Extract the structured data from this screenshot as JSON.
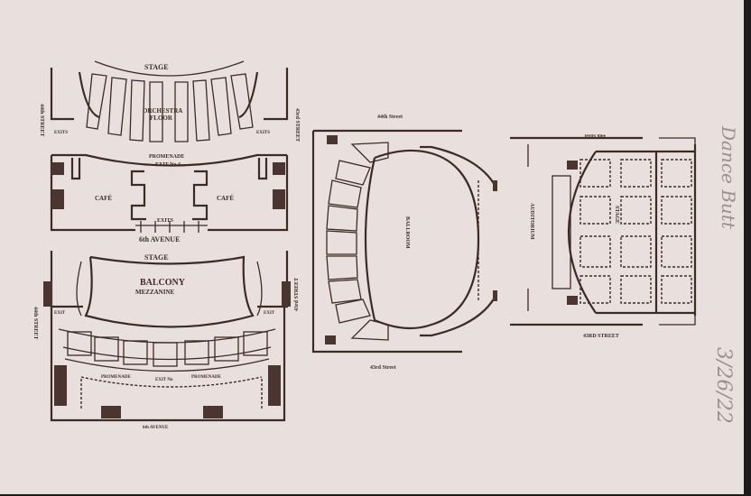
{
  "plan_orchestra": {
    "stage": "STAGE",
    "orchestra": "ORCHESTRA",
    "floor": "FLOOR",
    "promenade": "PROMENADE",
    "exit_4": "EXIT No 4",
    "cafe_left": "CAFÉ",
    "cafe_right": "CAFÉ",
    "exits": "EXITS",
    "street_left": "44th STREET",
    "street_right": "43rd STREET",
    "avenue": "6th AVENUE",
    "exits_left": "EXITS",
    "exits_right": "EXITS"
  },
  "plan_balcony": {
    "stage": "STAGE",
    "balcony": "BALCONY",
    "mezzanine": "MEZZANINE",
    "exit_left": "EXIT",
    "exit_right": "EXIT",
    "promenade_left": "PROMENADE",
    "promenade_right": "PROMENADE",
    "exit_center": "EXIT No",
    "street_left": "44th STREET",
    "street_right": "43rd STREET",
    "avenue": "6th AVENUE"
  },
  "plan_ballroom": {
    "street_top": "44th Street",
    "room": "BALLROOM",
    "street_bottom": "43rd Street"
  },
  "plan_stage": {
    "street_top": "44th Street",
    "auditorium": "AUDITORIUM",
    "stage": "STAGE",
    "street_bottom": "43RD STREET"
  },
  "annotation": {
    "name": "Dance Butt",
    "date": "3/26/22"
  },
  "colors": {
    "paper": "#e9e0de",
    "ink": "#3e2a24",
    "pencil": "#9a9090"
  }
}
